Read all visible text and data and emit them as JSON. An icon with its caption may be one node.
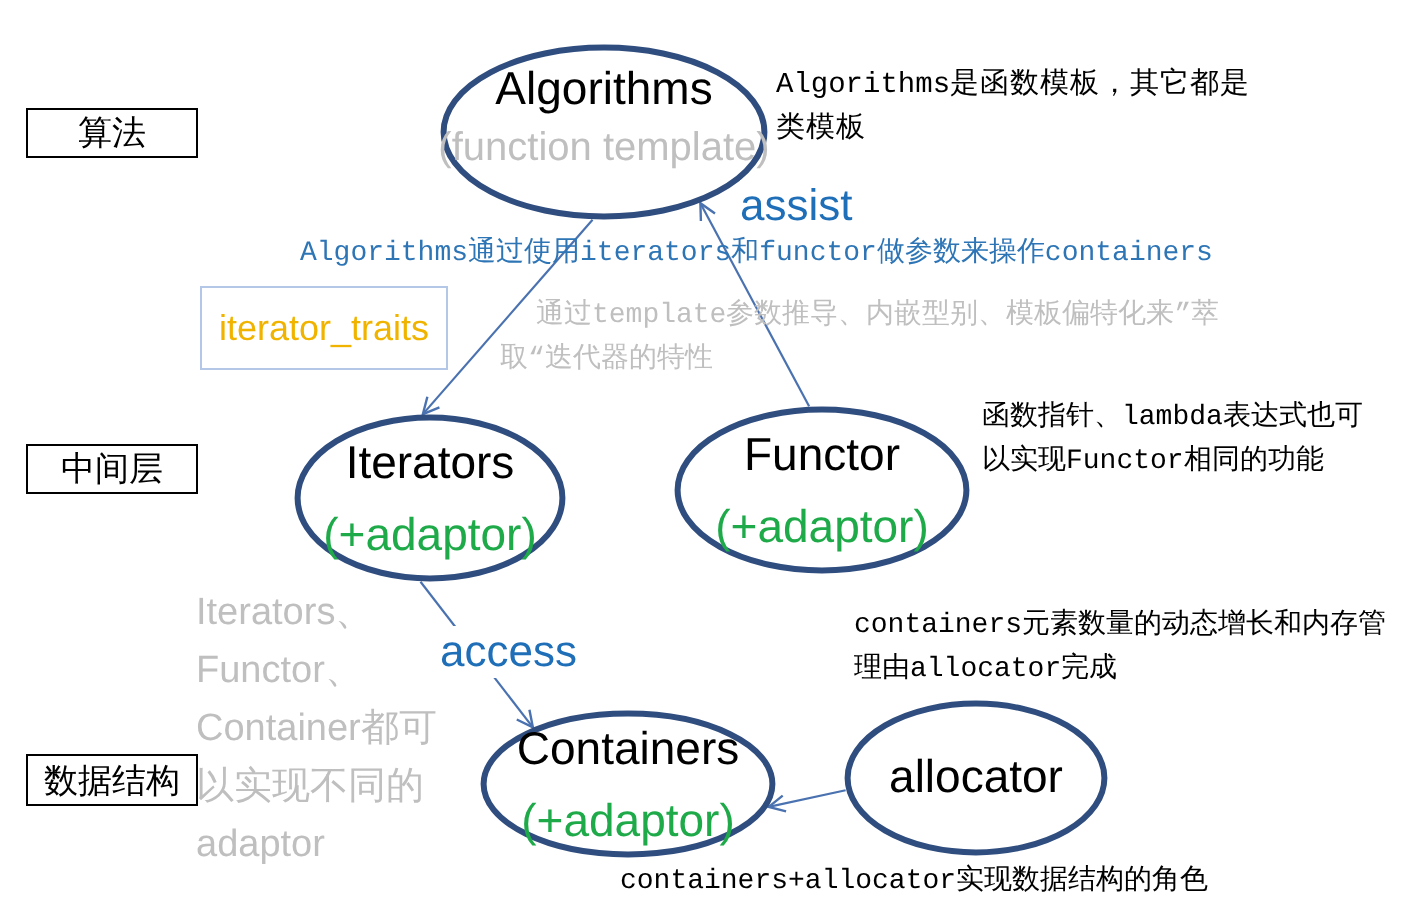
{
  "diagram": {
    "nodes": [
      {
        "text": [
          "算法"
        ]
      },
      {
        "text": [
          "Algorithms",
          "(function template)"
        ],
        "beside": [
          "Algorithms是函数模板，其它都是类模板"
        ]
      },
      {
        "text": [
          "iterator_traits"
        ]
      },
      {
        "text": [
          "中间层"
        ]
      },
      {
        "text": [
          "Iterators",
          "(+adaptor)"
        ]
      },
      {
        "text": [
          "Functor",
          "(+adaptor)"
        ],
        "beside": [
          "函数指针、lambda表达式也可以实现Functor相同的功能"
        ]
      },
      {
        "text": [
          "数据结构"
        ]
      },
      {
        "text": [
          "Containers",
          "(+adaptor)"
        ]
      },
      {
        "text": [
          "allocator"
        ],
        "beside": [
          "containers元素数量的动态增长和内存管理由allocator完成"
        ]
      }
    ],
    "edges": [
      {
        "from": 1,
        "to": 4,
        "arrow": "to"
      },
      {
        "from": 5,
        "to": 1,
        "arrow": "to",
        "label": "assist"
      },
      {
        "from": 4,
        "to": 7,
        "arrow": "to",
        "label": "access"
      },
      {
        "from": 8,
        "to": 7,
        "arrow": "to"
      }
    ],
    "labels": [
      "Algorithms通过使用iterators和functor做参数来操作containers",
      "通过template参数推导、内嵌型别、模板偏特化来”萃取“迭代器的特性",
      "Iterators、Functor、Container都可以实现不同的adaptor",
      "containers+allocator实现数据结构的角色"
    ]
  }
}
